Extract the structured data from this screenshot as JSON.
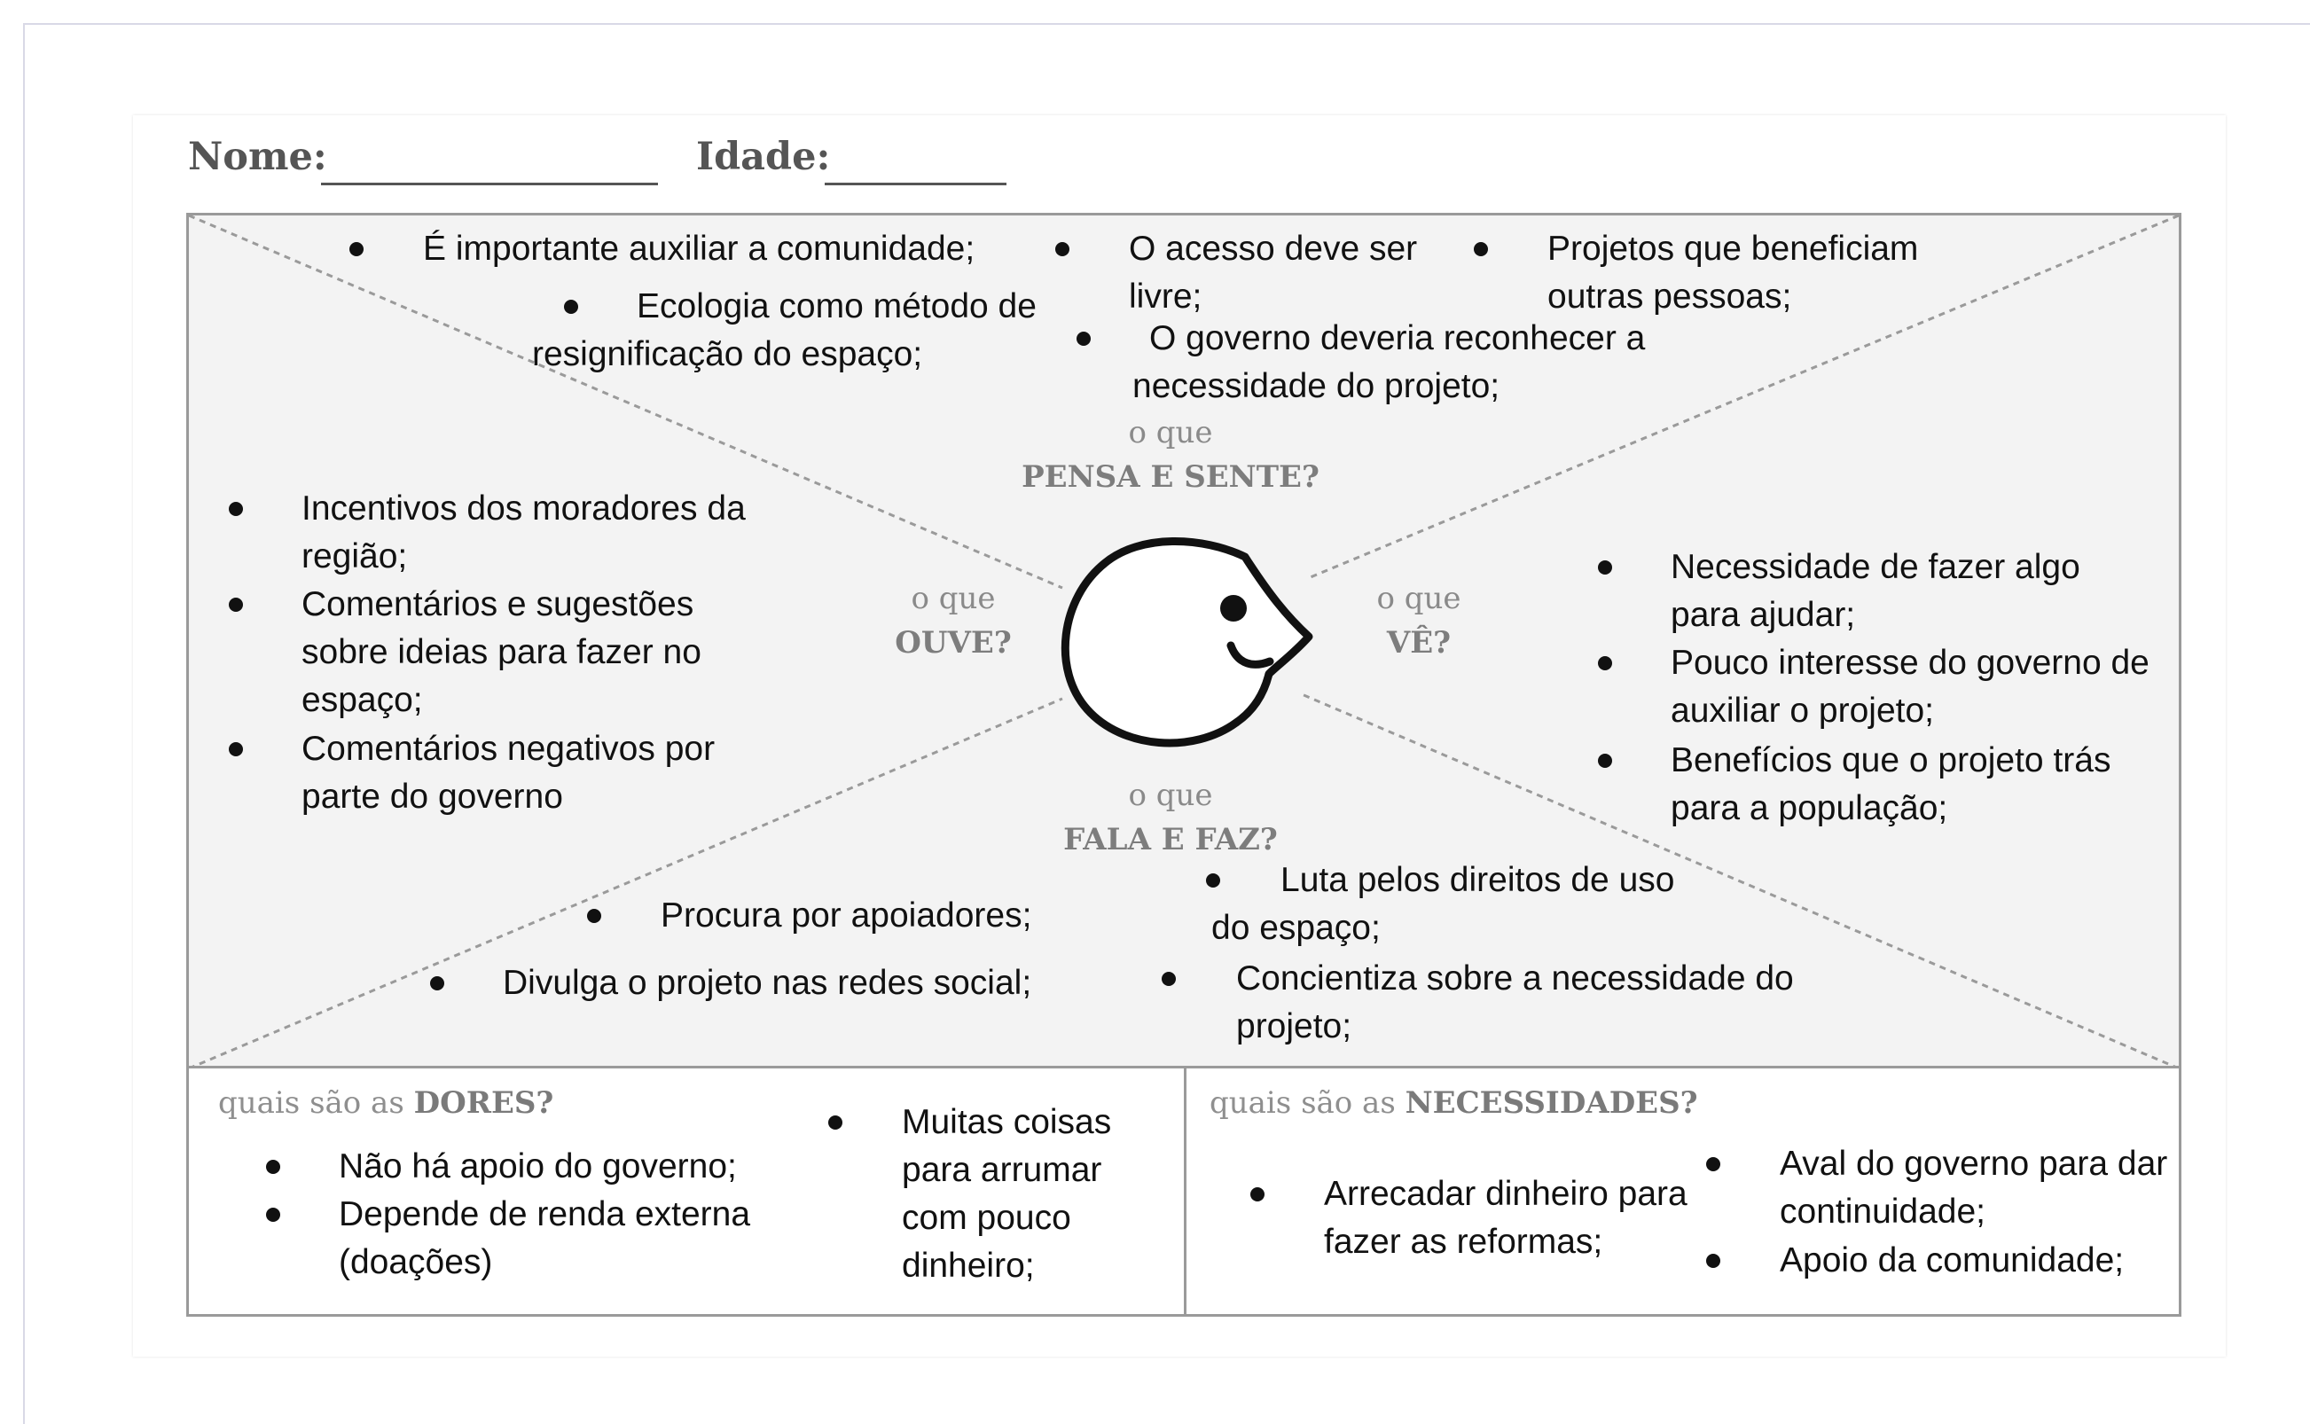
{
  "header": {
    "name_label": "Nome:",
    "age_label": "Idade:"
  },
  "zones": {
    "top": {
      "question": "o que",
      "title": "PENSA E SENTE?"
    },
    "left": {
      "question": "o que",
      "title": "OUVE?"
    },
    "right": {
      "question": "o que",
      "title": "VÊ?"
    },
    "bottom": {
      "question": "o que",
      "title": "FALA E FAZ?"
    }
  },
  "thinks_feels": [
    "É importante auxiliar a comunidade;",
    "Ecologia como método de resignificação do espaço;",
    "O acesso deve ser livre;",
    "O governo deveria reconhecer a necessidade do projeto;",
    "Projetos que beneficiam outras pessoas;"
  ],
  "hears": [
    "Incentivos dos moradores da região;",
    "Comentários e sugestões sobre ideias para fazer no espaço;",
    "Comentários negativos por parte do governo"
  ],
  "sees": [
    "Necessidade de fazer algo para ajudar;",
    "Pouco interesse do governo de auxiliar o projeto;",
    "Benefícios que o projeto trás para a população;"
  ],
  "says_does": [
    "Procura por apoiadores;",
    "Divulga o projeto nas redes social;",
    "Luta pelos direitos de uso do espaço;",
    "Concientiza sobre a necessidade do projeto;"
  ],
  "pains": {
    "label_prefix": "quais são as",
    "label_bold": "DORES?",
    "items": [
      "Não há apoio do governo;",
      "Depende de renda externa (doações)",
      "Muitas coisas para arrumar com pouco dinheiro;"
    ]
  },
  "needs": {
    "label_prefix": "quais são as",
    "label_bold": "NECESSIDADES?",
    "items": [
      "Arrecadar dinheiro para fazer as reformas;",
      "Aval do governo para dar continuidade;",
      "Apoio da comunidade;"
    ]
  }
}
